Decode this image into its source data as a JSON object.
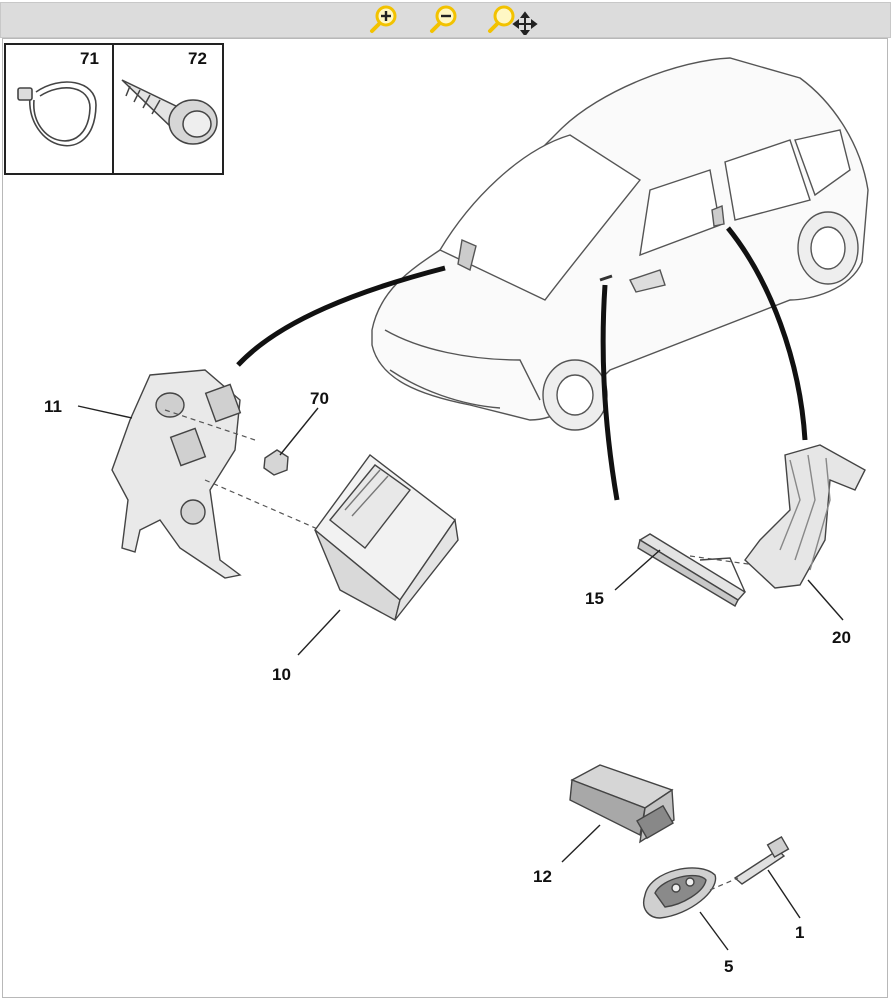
{
  "toolbar": {
    "buttons": [
      {
        "name": "zoom-in",
        "icon": "magnifier-plus-icon"
      },
      {
        "name": "zoom-out",
        "icon": "magnifier-minus-icon"
      },
      {
        "name": "zoom-pan",
        "icon": "magnifier-move-icon"
      }
    ],
    "accent_color": "#f2c200"
  },
  "inset_boxes": [
    {
      "label": "71",
      "part": "cable-tie"
    },
    {
      "label": "72",
      "part": "screw"
    }
  ],
  "callouts": {
    "c11": "11",
    "c70": "70",
    "c10": "10",
    "c15": "15",
    "c20": "20",
    "c12": "12",
    "c1": "1",
    "c5": "5"
  }
}
